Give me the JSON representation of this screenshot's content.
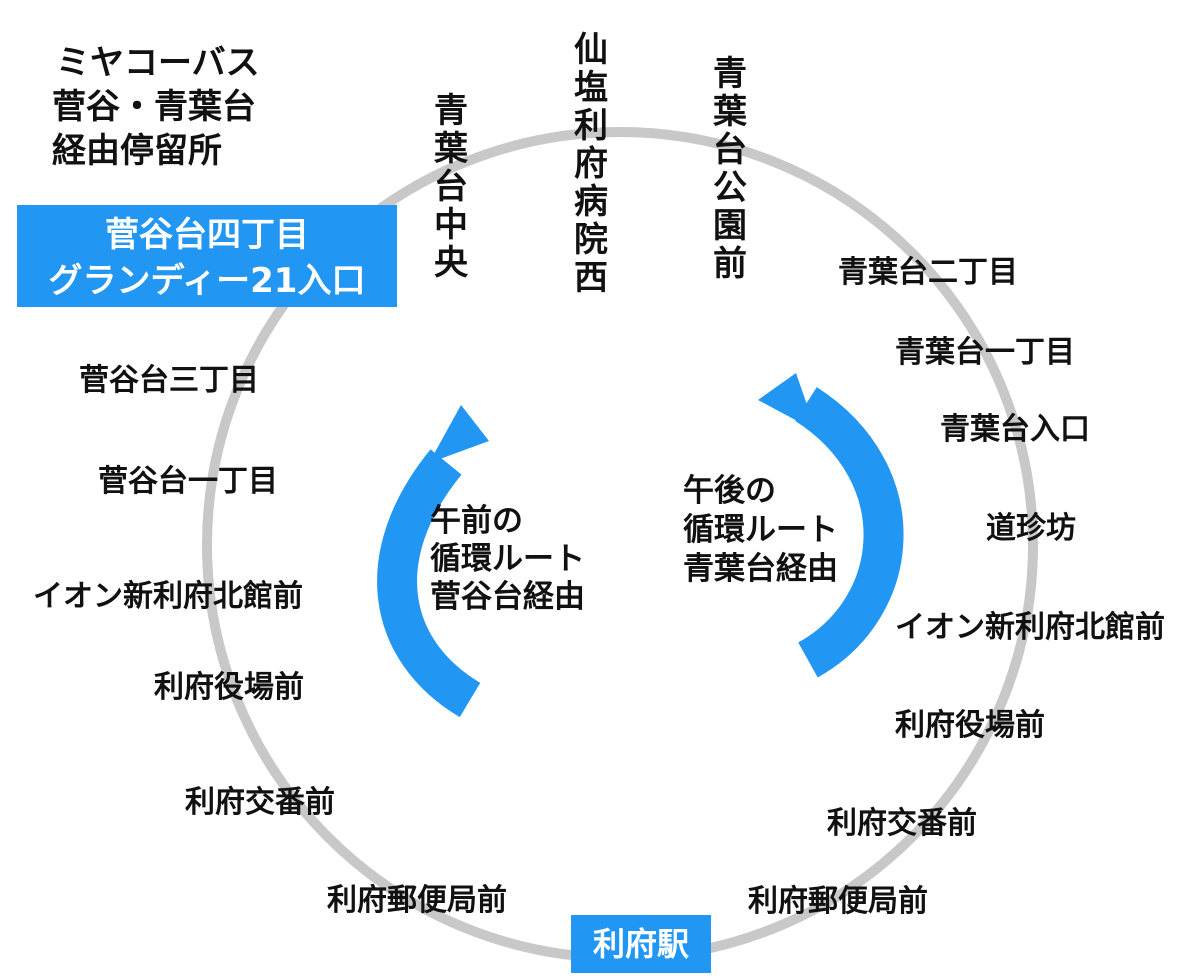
{
  "header": {
    "lines": [
      "ミヤコーバス",
      "菅谷・青葉台",
      "経由停留所"
    ]
  },
  "colors": {
    "accent": "#2196F3",
    "ring": "#c8c8c8",
    "text": "#111111",
    "box_text": "#ffffff"
  },
  "top_stops": [
    "青葉台中央",
    "仙塩利府病院西",
    "青葉台公園前"
  ],
  "highlight_stop": {
    "lines": [
      "菅谷台四丁目",
      "グランディー21入口"
    ]
  },
  "left_stops": [
    "菅谷台三丁目",
    "菅谷台一丁目",
    "イオン新利府北館前",
    "利府役場前",
    "利府交番前",
    "利府郵便局前"
  ],
  "right_stops": [
    "青葉台二丁目",
    "青葉台一丁目",
    "青葉台入口",
    "道珍坊",
    "イオン新利府北館前",
    "利府役場前",
    "利府交番前",
    "利府郵便局前"
  ],
  "station": {
    "label": "利府駅"
  },
  "routes": [
    {
      "lines": [
        "午前の",
        "循環ルート",
        "菅谷台経由"
      ]
    },
    {
      "lines": [
        "午後の",
        "循環ルート",
        "青葉台経由"
      ]
    }
  ]
}
